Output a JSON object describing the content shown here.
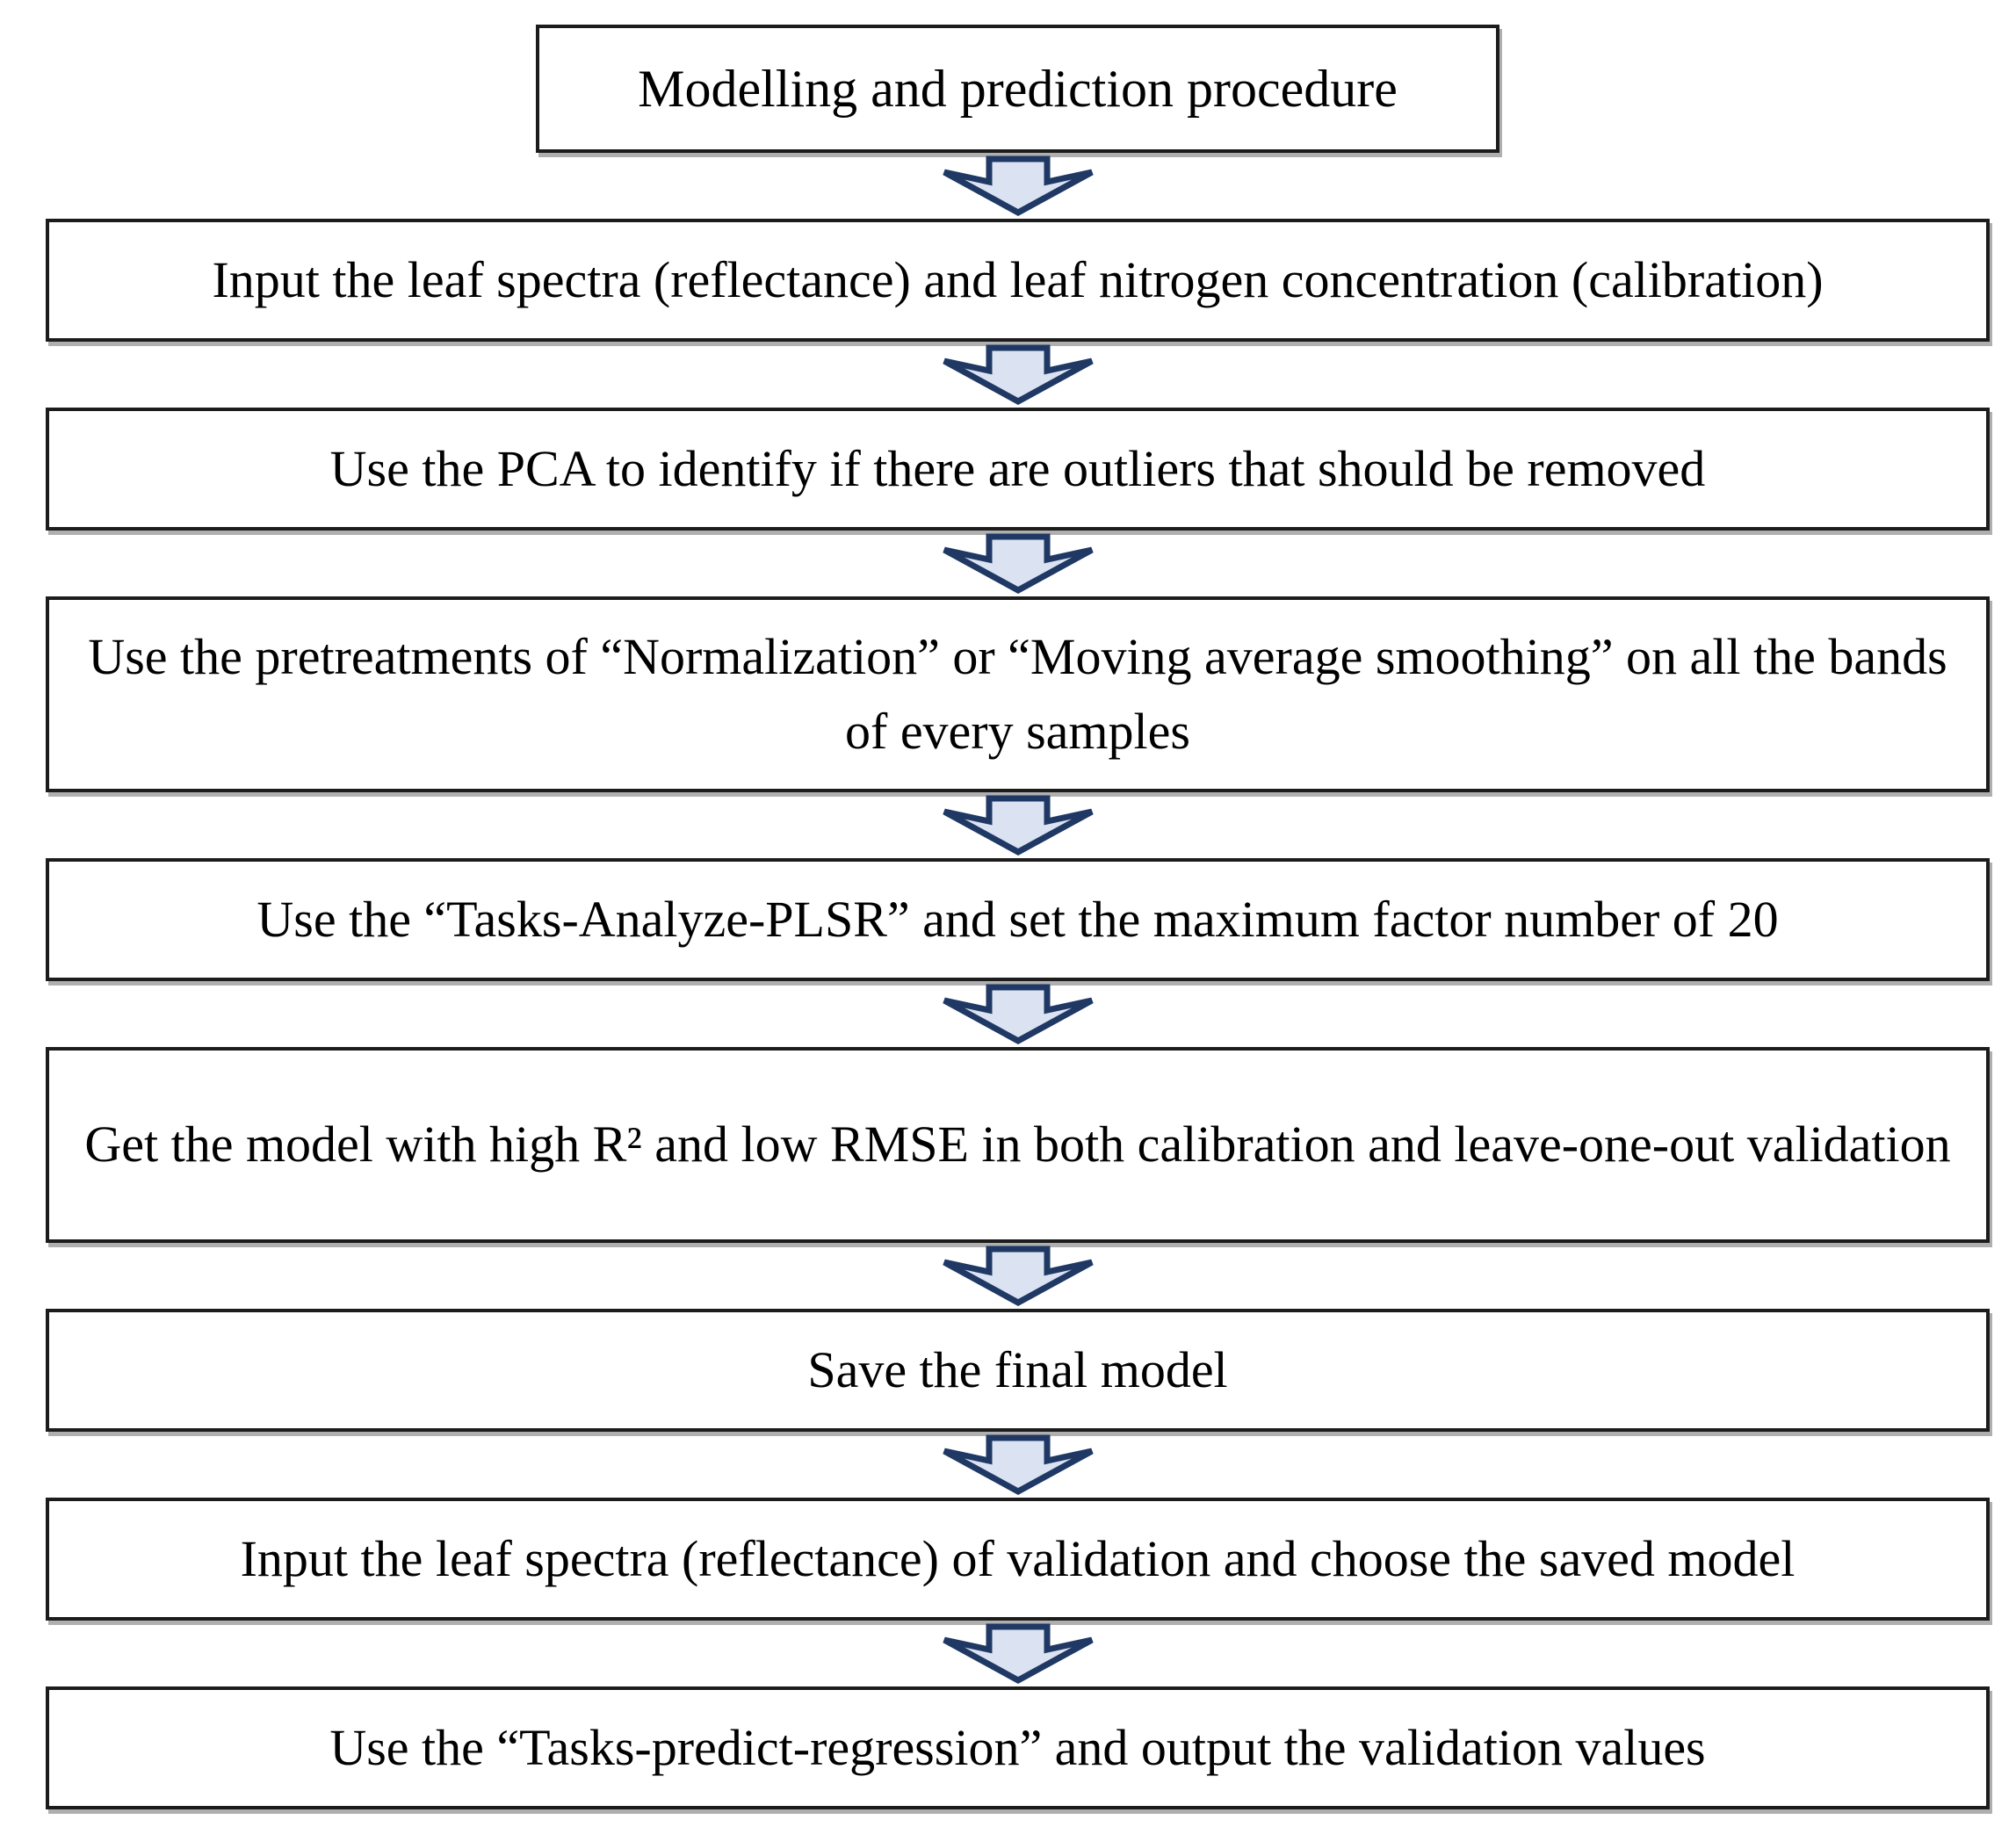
{
  "diagram": {
    "steps": [
      {
        "label": "Modelling and prediction procedure"
      },
      {
        "label": "Input the leaf spectra (reflectance) and leaf nitrogen concentration (calibration)"
      },
      {
        "label": "Use the PCA to identify if there are outliers that should be removed"
      },
      {
        "label": "Use the pretreatments of “Normalization” or “Moving average smoothing” on all the bands of every samples"
      },
      {
        "label": "Use the “Tasks-Analyze-PLSR” and set the maximum factor number of 20"
      },
      {
        "label": "Get the model with high R² and low RMSE in both calibration and leave-one-out validation"
      },
      {
        "label": "Save the final model"
      },
      {
        "label": "Input the leaf spectra (reflectance) of validation and choose the saved model"
      },
      {
        "label": "Use the “Tasks-predict-regression” and output the validation values"
      }
    ],
    "connector": "down-arrow",
    "colors": {
      "arrow_fill": "#dbe3f3",
      "arrow_stroke": "#1f3864",
      "box_border": "#1c1c1c",
      "box_fill": "#ffffff",
      "text": "#000000"
    }
  }
}
